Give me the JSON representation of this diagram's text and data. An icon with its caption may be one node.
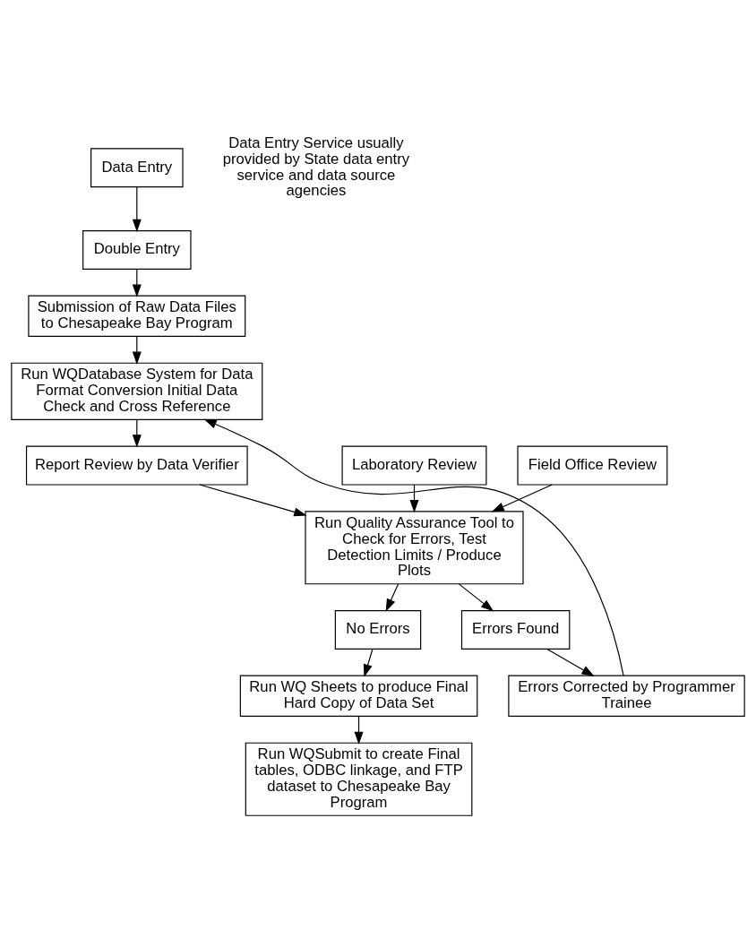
{
  "diagram": {
    "nodes": [
      {
        "text": [
          "Data Entry"
        ]
      },
      {
        "text": [
          "Double Entry"
        ]
      },
      {
        "text": [
          "Submission of Raw Data Files to Chesapeake Bay Program"
        ]
      },
      {
        "text": [
          "Run WQDatabase System for Data Format Conversion Initial Data Check and Cross Reference"
        ]
      },
      {
        "text": [
          "Report Review by Data Verifier"
        ]
      },
      {
        "text": [
          "Laboratory Review"
        ]
      },
      {
        "text": [
          "Field Office Review"
        ]
      },
      {
        "text": [
          "Run Quality Assurance Tool to Check for Errors, Test Detection Limits / Produce Plots"
        ]
      },
      {
        "text": [
          "No Errors"
        ]
      },
      {
        "text": [
          "Errors Found"
        ]
      },
      {
        "text": [
          "Run WQ Sheets to produce Final Hard Copy of Data Set"
        ]
      },
      {
        "text": [
          "Errors Corrected by Programmer Trainee"
        ]
      },
      {
        "text": [
          "Run WQSubmit to create Final tables, ODBC linkage, and FTP dataset to Chesapeake Bay Program"
        ]
      }
    ],
    "edges": [
      {
        "from": 0,
        "to": 1,
        "arrow": "to"
      },
      {
        "from": 1,
        "to": 2,
        "arrow": "to"
      },
      {
        "from": 2,
        "to": 3,
        "arrow": "to"
      },
      {
        "from": 3,
        "to": 4,
        "arrow": "to"
      },
      {
        "from": 4,
        "to": 7,
        "arrow": "to"
      },
      {
        "from": 5,
        "to": 7,
        "arrow": "to"
      },
      {
        "from": 6,
        "to": 7,
        "arrow": "to"
      },
      {
        "from": 7,
        "to": 8,
        "arrow": "to"
      },
      {
        "from": 7,
        "to": 9,
        "arrow": "to"
      },
      {
        "from": 8,
        "to": 10,
        "arrow": "to"
      },
      {
        "from": 10,
        "to": 12,
        "arrow": "to"
      },
      {
        "from": 9,
        "to": 11,
        "arrow": "to"
      },
      {
        "from": 11,
        "to": 3,
        "arrow": "to"
      }
    ],
    "labels": [
      "Data Entry Service usually provided by State data entry service and data source agencies"
    ]
  }
}
